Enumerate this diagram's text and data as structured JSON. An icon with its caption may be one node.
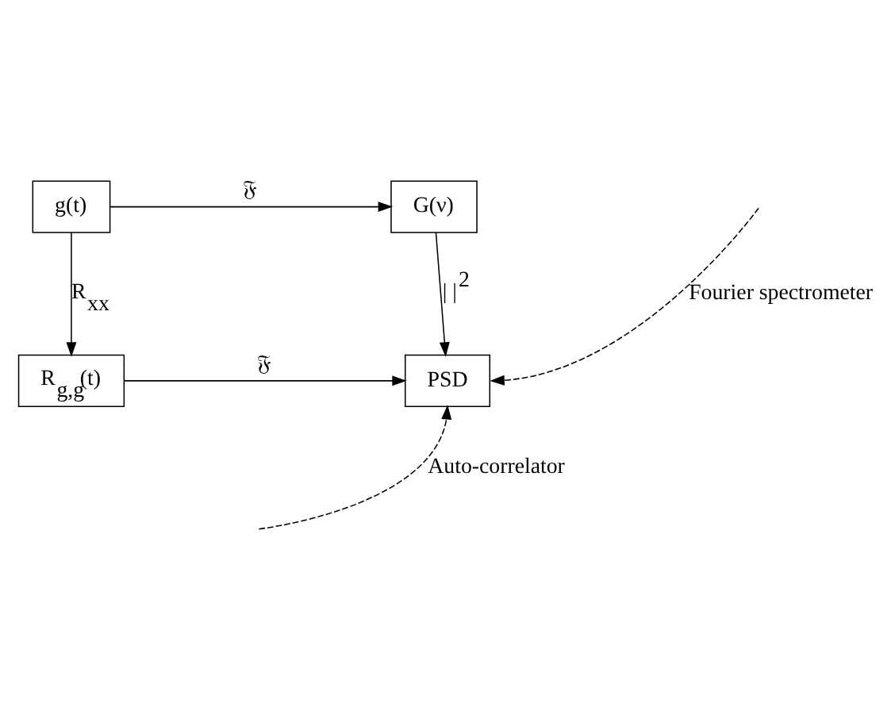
{
  "diagram": {
    "nodes": [
      {
        "text": [
          "g(t)"
        ]
      },
      {
        "text": [
          "G(ν)"
        ]
      },
      {
        "text": [
          "R$_{g,g}$(t)"
        ]
      },
      {
        "text": [
          "PSD"
        ]
      }
    ],
    "edges": [
      {
        "from": 0,
        "to": 1,
        "arrow": "to",
        "label": "𝔉"
      },
      {
        "from": 0,
        "to": 2,
        "arrow": "to",
        "label": "R$_{xx}$"
      },
      {
        "from": 1,
        "to": 3,
        "arrow": "to",
        "label": "| |$^{2}$"
      },
      {
        "from": 2,
        "to": 3,
        "arrow": "to",
        "label": "𝔉"
      },
      {
        "from": null,
        "to": 3,
        "arrow": "to",
        "style": "dashed",
        "label": "Fourier spectrometer"
      },
      {
        "from": null,
        "to": 3,
        "arrow": "to",
        "style": "dashed",
        "label": "Auto-correlator"
      }
    ]
  }
}
